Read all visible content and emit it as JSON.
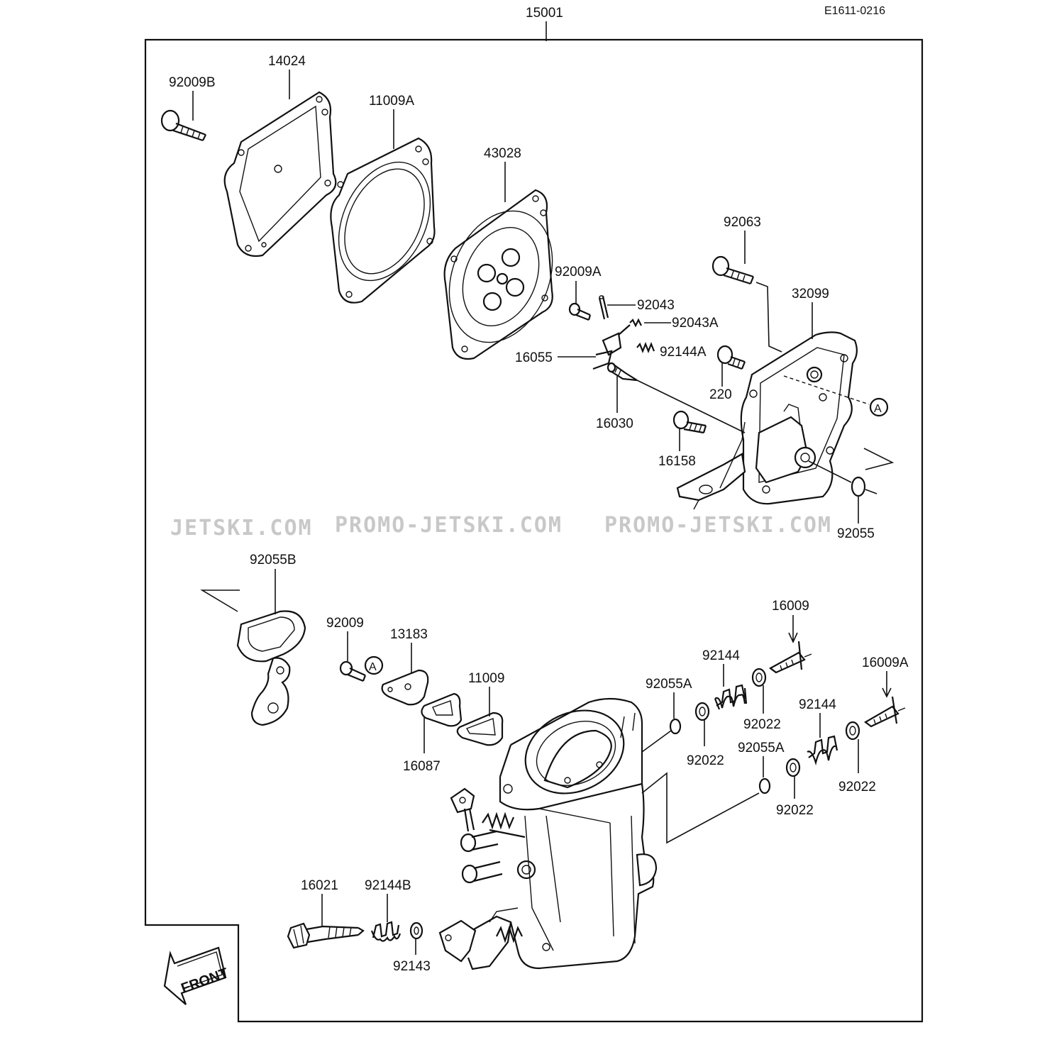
{
  "diagram_code": "E1611-0216",
  "assembly_label": "15001",
  "front_label": "FRONT",
  "watermarks": [
    "JETSKI.COM",
    "PROMO-JETSKI.COM",
    "PROMO-JETSKI.COM"
  ],
  "callout_a": "A",
  "parts": {
    "p92009B": "92009B",
    "p14024": "14024",
    "p11009A": "11009A",
    "p43028": "43028",
    "p92063": "92063",
    "p32099": "32099",
    "p92009A": "92009A",
    "p92043": "92043",
    "p92043A": "92043A",
    "p92144A": "92144A",
    "p16055": "16055",
    "p220": "220",
    "p16030": "16030",
    "p16158": "16158",
    "p92055": "92055",
    "p92055B": "92055B",
    "p92009": "92009",
    "p13183": "13183",
    "p11009": "11009",
    "p16087": "16087",
    "p16009": "16009",
    "p92144_1": "92144",
    "p92055A_1": "92055A",
    "p92022_1": "92022",
    "p92022_2": "92022",
    "p16009A": "16009A",
    "p92144_2": "92144",
    "p92055A_2": "92055A",
    "p92022_3": "92022",
    "p92022_4": "92022",
    "p16021": "16021",
    "p92144B": "92144B",
    "p92143": "92143"
  }
}
